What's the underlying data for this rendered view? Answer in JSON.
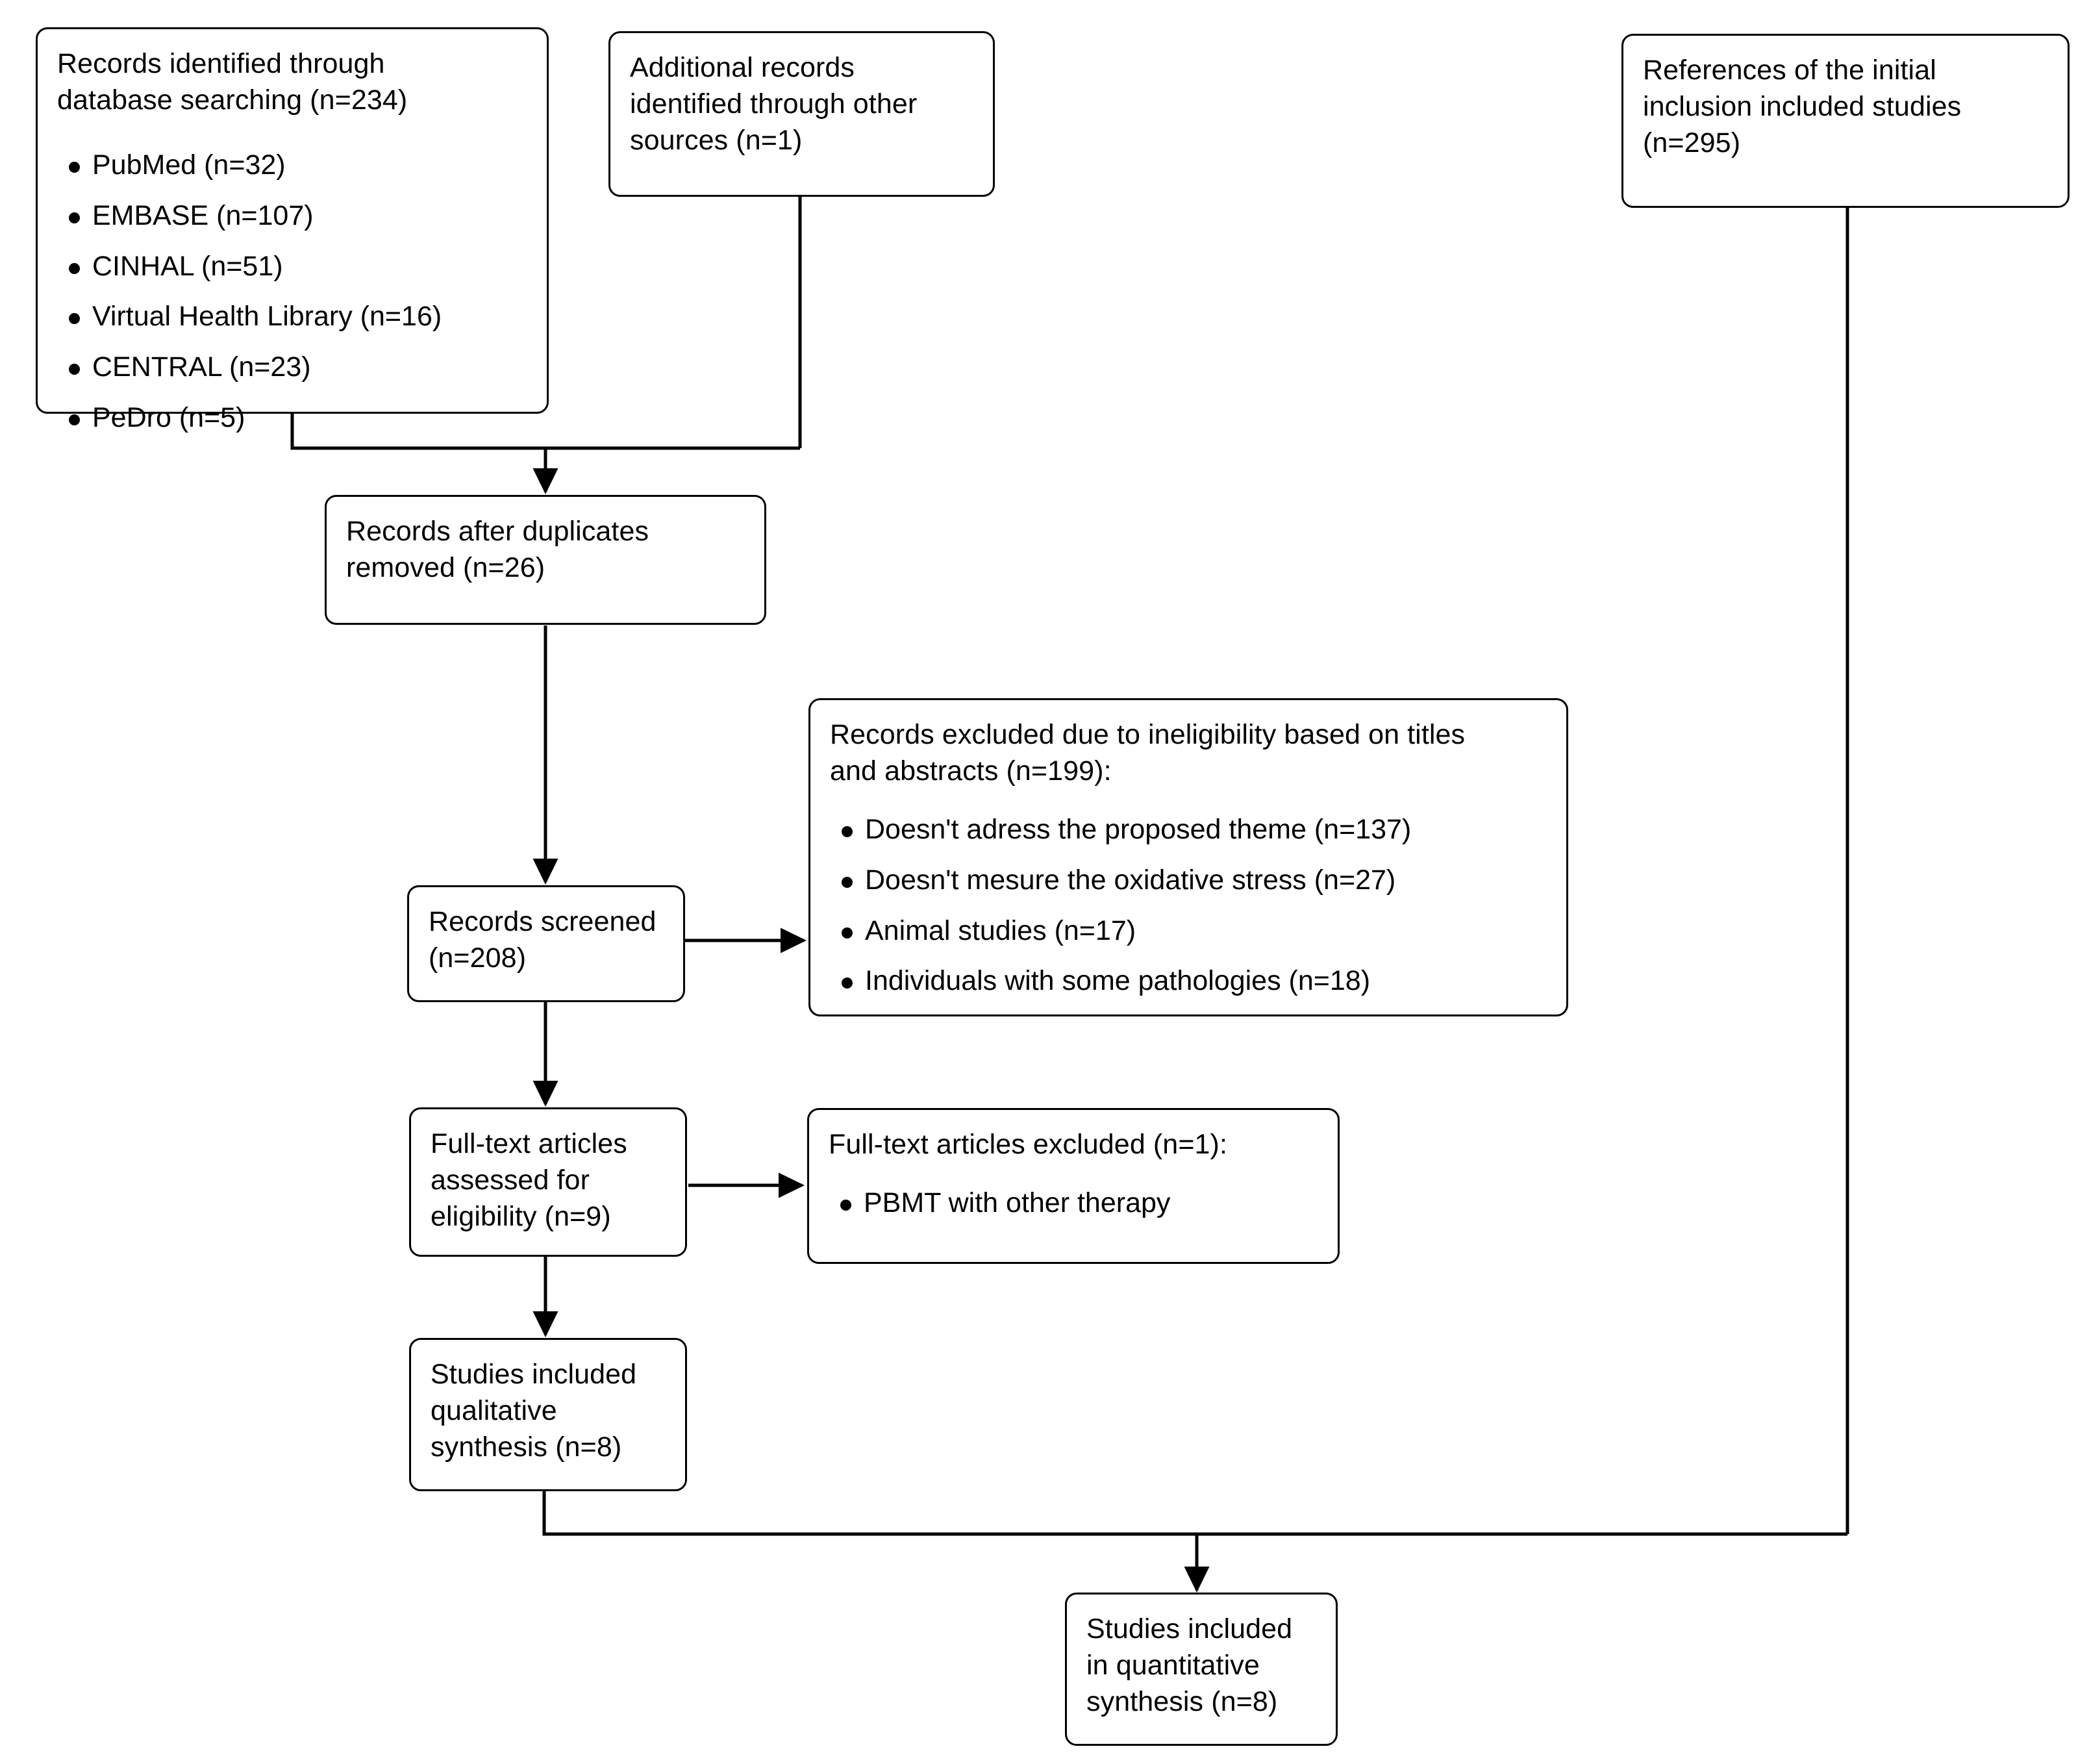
{
  "diagram": {
    "type": "prisma-flow-diagram",
    "line_color": "#000000",
    "box_fill": "#ffffff",
    "nodes": {
      "database_search": {
        "title": "Records identified through\ndatabase searching (n=234)",
        "sources": [
          "PubMed (n=32)",
          "EMBASE (n=107)",
          "CINHAL (n=51)",
          "Virtual Health Library (n=16)",
          "CENTRAL (n=23)",
          "PeDro (n=5)"
        ]
      },
      "other_sources": {
        "title": "Additional records\nidentified through other\nsources (n=1)"
      },
      "initial_references": {
        "title": "References of the initial\ninclusion included studies\n(n=295)"
      },
      "duplicates_removed": {
        "title": "Records after duplicates\nremoved (n=26)"
      },
      "records_screened": {
        "title": "Records screened\n(n=208)"
      },
      "records_excluded": {
        "title": "Records excluded due to ineligibility based on titles\nand abstracts (n=199):",
        "reasons": [
          "Doesn't adress the proposed theme (n=137)",
          "Doesn't mesure the oxidative stress (n=27)",
          "Animal studies (n=17)",
          "Individuals with some pathologies (n=18)"
        ]
      },
      "fulltext_assessed": {
        "title": "Full-text articles\nassessed for\neligibility (n=9)"
      },
      "fulltext_excluded": {
        "title": "Full-text articles excluded (n=1):",
        "reasons": [
          "PBMT with other therapy"
        ]
      },
      "qualitative_synthesis": {
        "title": "Studies included\nqualitative\nsynthesis (n=8)"
      },
      "quantitative_synthesis": {
        "title": "Studies included\nin quantitative\nsynthesis (n=8)"
      }
    }
  }
}
